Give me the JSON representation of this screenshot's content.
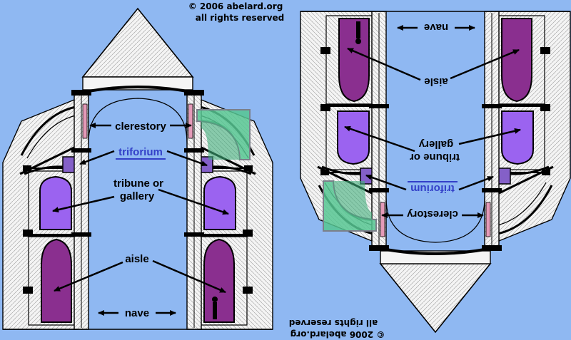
{
  "copyright": "© 2006 abelard.org",
  "rights": "all rights reserved",
  "labels": {
    "clerestory": "clerestory",
    "triforium": "triforium",
    "tribune_or": "tribune or",
    "gallery": "gallery",
    "aisle": "aisle",
    "nave": "nave"
  },
  "colors": {
    "background": "#8fb8f2",
    "aisle": "#8a2f8f",
    "tribune": "#9b63f0",
    "triforium": "#8460c8",
    "clerestory_window": "#56c592",
    "stone": "#f2f2f2"
  }
}
